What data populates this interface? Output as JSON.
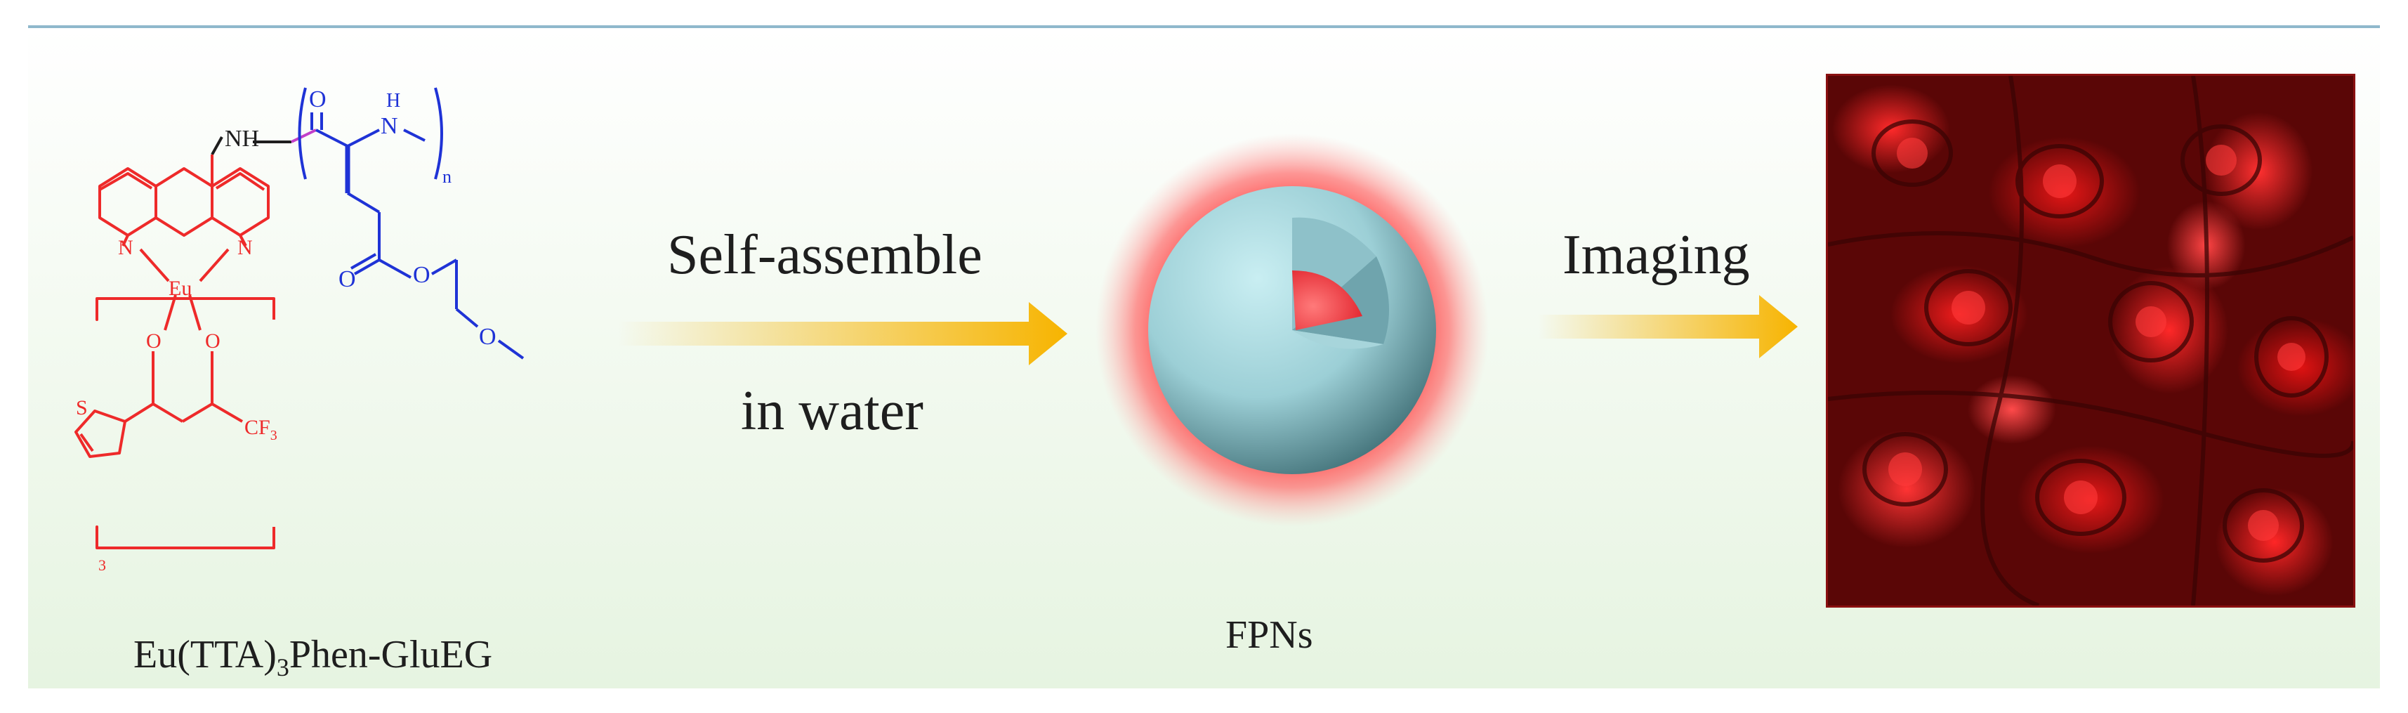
{
  "labels": {
    "step1_top": "Self-assemble",
    "step1_bottom": "in water",
    "step2": "Imaging",
    "caption_left_pre": "Eu(TTA)",
    "caption_left_sub": "3",
    "caption_left_post": "Phen-GluEG",
    "caption_center": "FPNs"
  },
  "molecule": {
    "nh": "NH",
    "o_carbonyl": "O",
    "h": "H",
    "n_amide": "N",
    "n_sub": "n",
    "eu": "Eu",
    "n_left": "N",
    "n_right": "N",
    "o_ester1": "O",
    "o_ester2": "O",
    "o_methoxy": "O",
    "o_tta1": "O",
    "o_tta2": "O",
    "s_thio": "S",
    "cf3": "CF",
    "cf3_sub": "3",
    "bracket_sub": "3"
  },
  "colors": {
    "red": "#ee2a2a",
    "blue": "#1f33d6",
    "black": "#1e1e1e",
    "magenta": "#c23fc9",
    "arrow": "#f7b400",
    "sphere_shell": "#9ccfd6",
    "sphere_core": "#ff5555",
    "glow": "#ff3b3b"
  }
}
